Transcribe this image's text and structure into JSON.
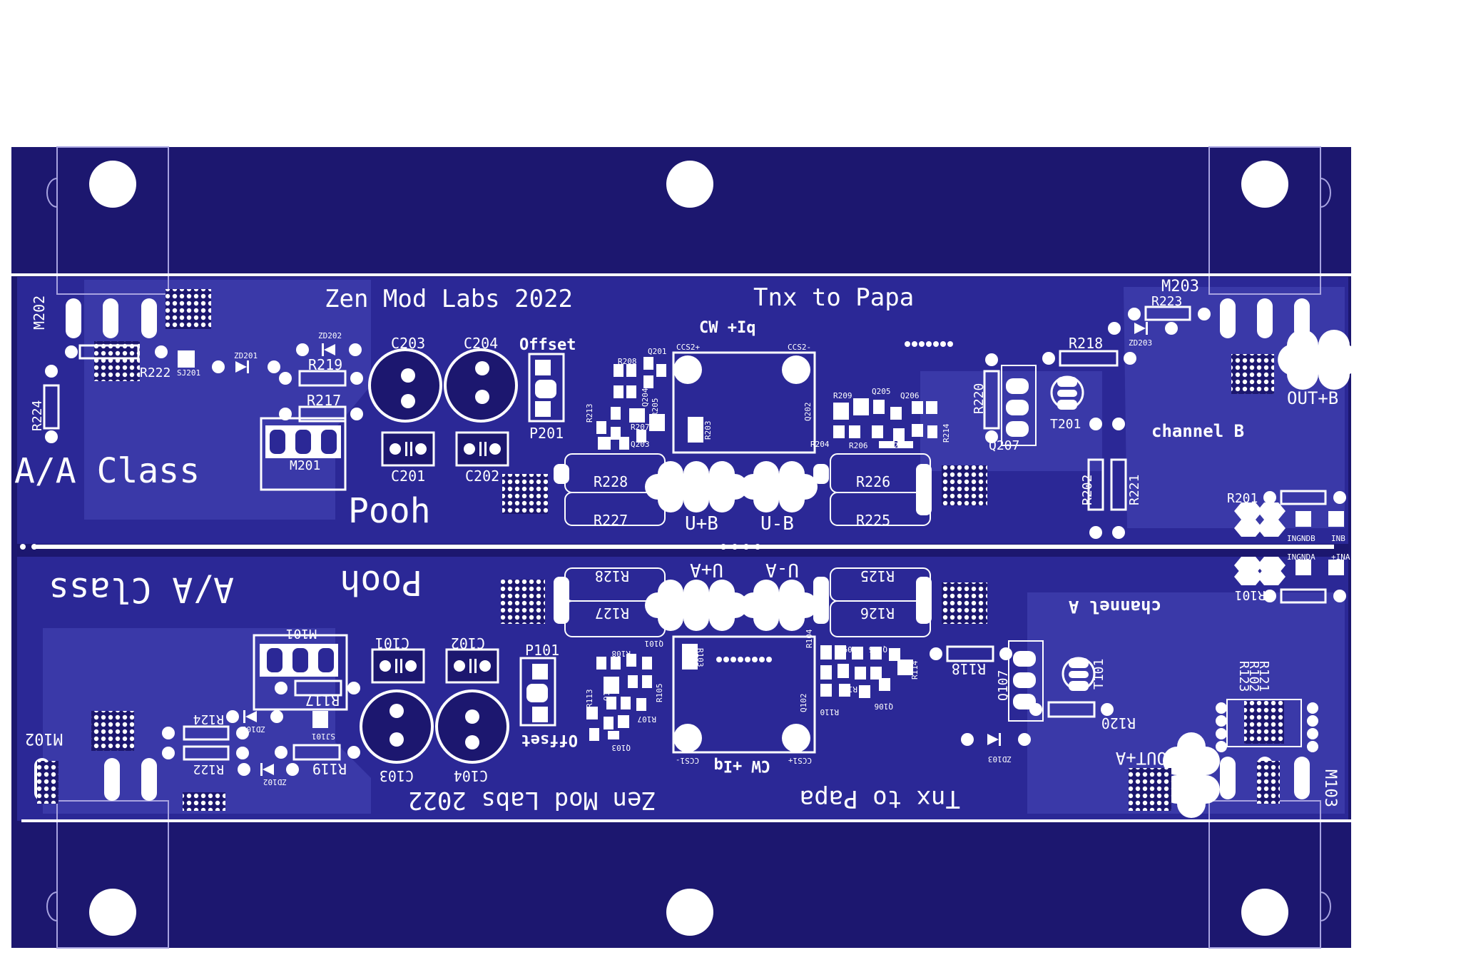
{
  "colors": {
    "board": "#1c176f",
    "copper_fill": "#2b2896",
    "copper_fill_light": "#3a39a8",
    "silkscreen": "#ffffff",
    "pad": "#ffffff",
    "outline": "#a7a3e0"
  },
  "channel_b": {
    "brand": "Zen Mod Labs 2022",
    "thanks": "Tnx to Papa",
    "class_label": "A/A Class",
    "model_label": "Pooh",
    "channel_label": "channel B",
    "ccs_label": "CW +Iq",
    "offset_label": "Offset",
    "out_label": "OUT+B",
    "u_plus": "U+B",
    "u_minus": "U-B",
    "in_label": "INB",
    "ingnd_label": "INGNDB",
    "ccs_plus": "CCS2+",
    "ccs_minus": "CCS2-",
    "refs": {
      "M202": "M202",
      "M203": "M203",
      "R222": "R222",
      "SJ201": "SJ201",
      "ZD201": "ZD201",
      "ZD202": "ZD202",
      "ZD203": "ZD203",
      "R219": "R219",
      "R217": "R217",
      "M201": "M201",
      "C203": "C203",
      "C204": "C204",
      "C201": "C201",
      "C202": "C202",
      "P201": "P201",
      "R224": "R224",
      "R228": "R228",
      "R227": "R227",
      "R226": "R226",
      "R225": "R225",
      "R223": "R223",
      "R218": "R218",
      "R220": "R220",
      "Q207": "Q207",
      "T201": "T201",
      "R202": "R202",
      "R221": "R221",
      "R201": "R201",
      "R208": "R208",
      "R213": "R213",
      "R207": "R207",
      "R203": "R203",
      "Q203": "Q203",
      "Q201": "Q201",
      "Q204": "Q204",
      "R205": "R205",
      "Q202": "Q202",
      "R209": "R209",
      "Q205": "Q205",
      "Q206": "Q206",
      "R214": "R214",
      "R204": "R204",
      "R206": "R206",
      "R210": "R210"
    }
  },
  "channel_a": {
    "brand": "Zen Mod Labs 2022",
    "thanks": "Tnx to Papa",
    "class_label": "A/A Class",
    "model_label": "Pooh",
    "channel_label": "channel A",
    "ccs_label": "CW +Iq",
    "offset_label": "Offset",
    "out_label": "OUT+A",
    "u_plus": "U+A",
    "u_minus": "U-A",
    "in_label": "+INA",
    "ingnd_label": "INGNDA",
    "ccs_plus": "CCS1+",
    "ccs_minus": "CCS1-",
    "refs": {
      "M102": "M102",
      "M103": "M103",
      "R122": "R122",
      "R124": "R124",
      "SJ101": "SJ101",
      "ZD101": "ZD101",
      "ZD102": "ZD102",
      "ZD103": "ZD103",
      "R119": "R119",
      "R117": "R117",
      "M101": "M101",
      "C103": "C103",
      "C104": "C104",
      "C101": "C101",
      "C102": "C102",
      "P101": "P101",
      "R128": "R128",
      "R127": "R127",
      "R125": "R125",
      "R126": "R126",
      "R118": "R118",
      "R120": "R120",
      "Q107": "Q107",
      "T101": "T101",
      "R102": "R102",
      "R121": "R121",
      "R123": "R123",
      "R101": "R101",
      "R108": "R108",
      "R113": "R113",
      "R103": "R103",
      "R104": "R104",
      "R105": "R105",
      "R107": "R107",
      "Q101": "Q101",
      "Q102": "Q102",
      "Q103": "Q103",
      "Q104": "Q104",
      "Q105": "Q105",
      "Q106": "Q106",
      "R106": "R106",
      "R109": "R109",
      "R110": "R110",
      "R114": "R114"
    }
  }
}
